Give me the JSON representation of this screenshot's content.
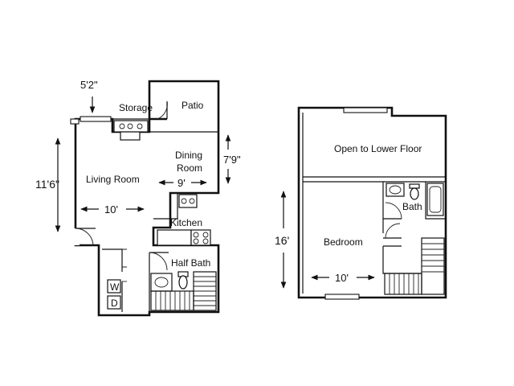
{
  "floor_plan": {
    "lower_floor": {
      "rooms": {
        "storage": "Storage",
        "patio": "Patio",
        "dining_line1": "Dining",
        "dining_line2": "Room",
        "living_room": "Living Room",
        "kitchen": "Kitchen",
        "half_bath": "Half Bath",
        "washer": "W",
        "dryer": "D"
      },
      "dimensions": {
        "storage_width": "5'2\"",
        "living_height": "11'6\"",
        "living_width": "10'",
        "dining_width": "9'",
        "dining_height": "7'9\""
      }
    },
    "upper_floor": {
      "rooms": {
        "open_to_lower": "Open to Lower Floor",
        "bath": "Bath",
        "bedroom": "Bedroom"
      },
      "dimensions": {
        "bedroom_height": "16'",
        "bedroom_width": "10'"
      }
    }
  }
}
